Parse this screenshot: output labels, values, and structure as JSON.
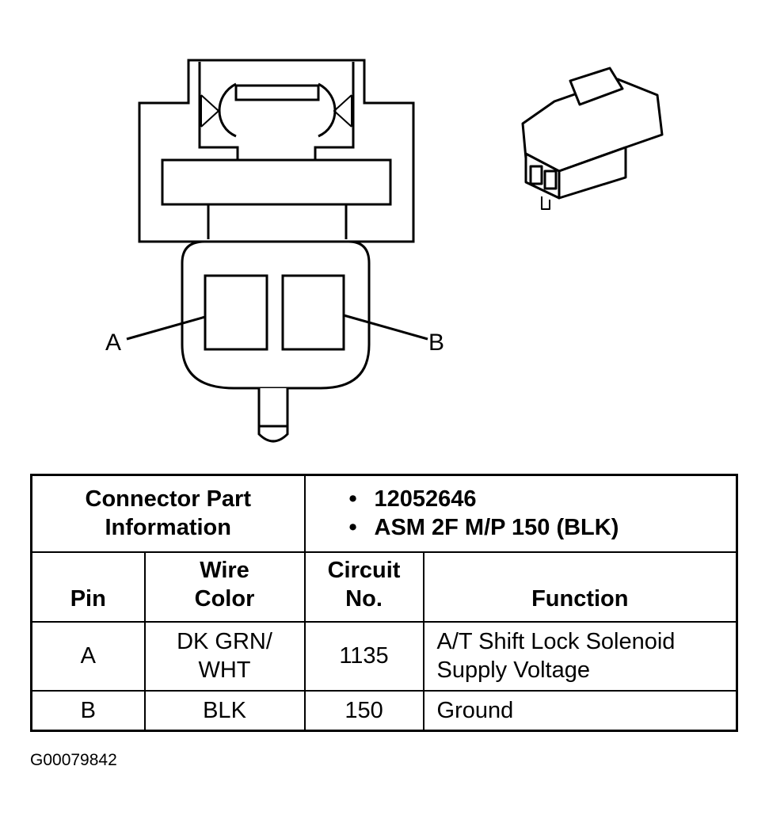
{
  "diagram": {
    "pin_a_label": "A",
    "pin_b_label": "B"
  },
  "table": {
    "part_info_label": [
      "Connector Part",
      "Information"
    ],
    "part_info_values": [
      "12052646",
      "ASM 2F M/P 150 (BLK)"
    ],
    "headers": {
      "pin": "Pin",
      "wire_color": [
        "Wire",
        "Color"
      ],
      "circuit": [
        "Circuit",
        "No."
      ],
      "function": "Function"
    },
    "rows": [
      {
        "pin": "A",
        "wire_color": [
          "DK GRN/",
          "WHT"
        ],
        "circuit": "1135",
        "function": [
          "A/T Shift Lock Solenoid",
          "Supply Voltage"
        ]
      },
      {
        "pin": "B",
        "wire_color": [
          "BLK"
        ],
        "circuit": "150",
        "function": [
          "Ground"
        ]
      }
    ]
  },
  "figure_id": "G00079842"
}
